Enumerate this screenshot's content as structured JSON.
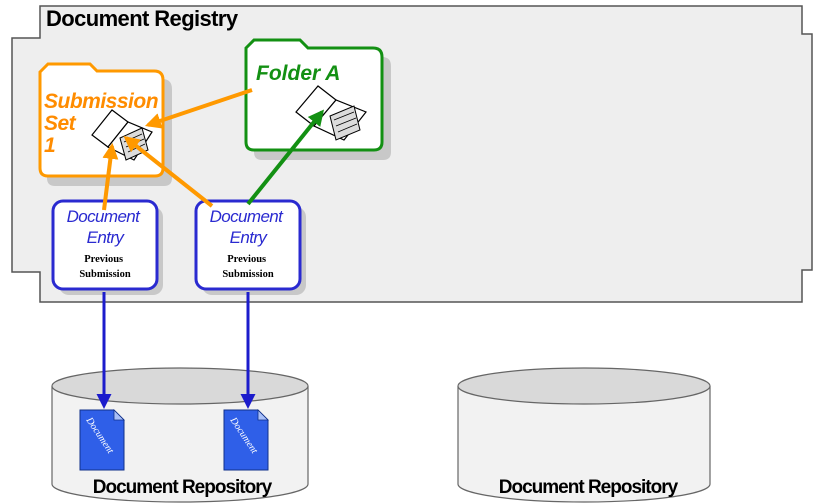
{
  "registry": {
    "title": "Document Registry"
  },
  "submission_set": {
    "lines": [
      "Submission",
      "Set",
      "1"
    ],
    "color": "#ff8c00"
  },
  "folder": {
    "label": "Folder A",
    "color": "#139013"
  },
  "entries": [
    {
      "lines": [
        "Document",
        "Entry"
      ],
      "sub": [
        "Previous",
        "Submission"
      ]
    },
    {
      "lines": [
        "Document",
        "Entry"
      ],
      "sub": [
        "Previous",
        "Submission"
      ]
    }
  ],
  "repositories": [
    {
      "label": "Document Repository",
      "documents": [
        "Document",
        "Document"
      ]
    },
    {
      "label": "Document Repository",
      "documents": []
    }
  ],
  "colors": {
    "entry_border": "#2a2ad0",
    "arrow_blue": "#1c1ccc",
    "arrow_green": "#139013",
    "arrow_orange": "#ff9900",
    "document_fill": "#2f5fe8"
  }
}
